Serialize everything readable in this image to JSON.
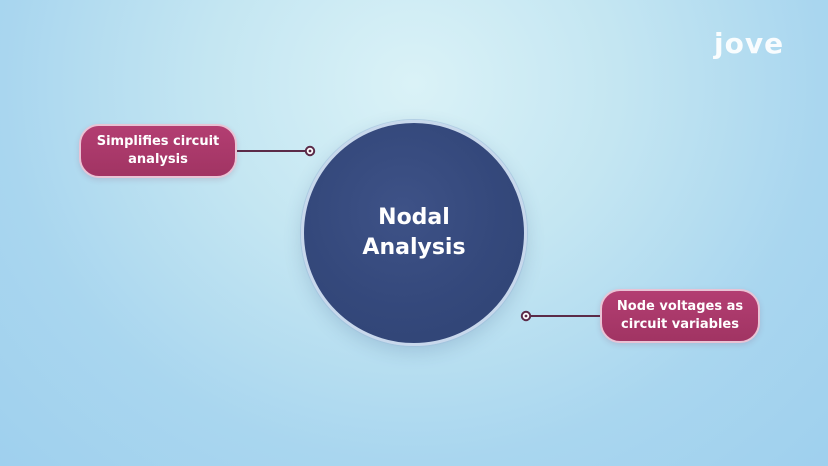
{
  "brand": {
    "logo_text": "jove"
  },
  "diagram": {
    "center_label": "Nodal Analysis",
    "left_callout": "Simplifies circuit analysis",
    "right_callout": "Node voltages as circuit variables"
  },
  "colors": {
    "circle_fill": "#34487b",
    "circle_border": "#c8d8ec",
    "callout_fill": "#a93867",
    "connector": "#5b2b48",
    "background": "#b5ddf1"
  }
}
